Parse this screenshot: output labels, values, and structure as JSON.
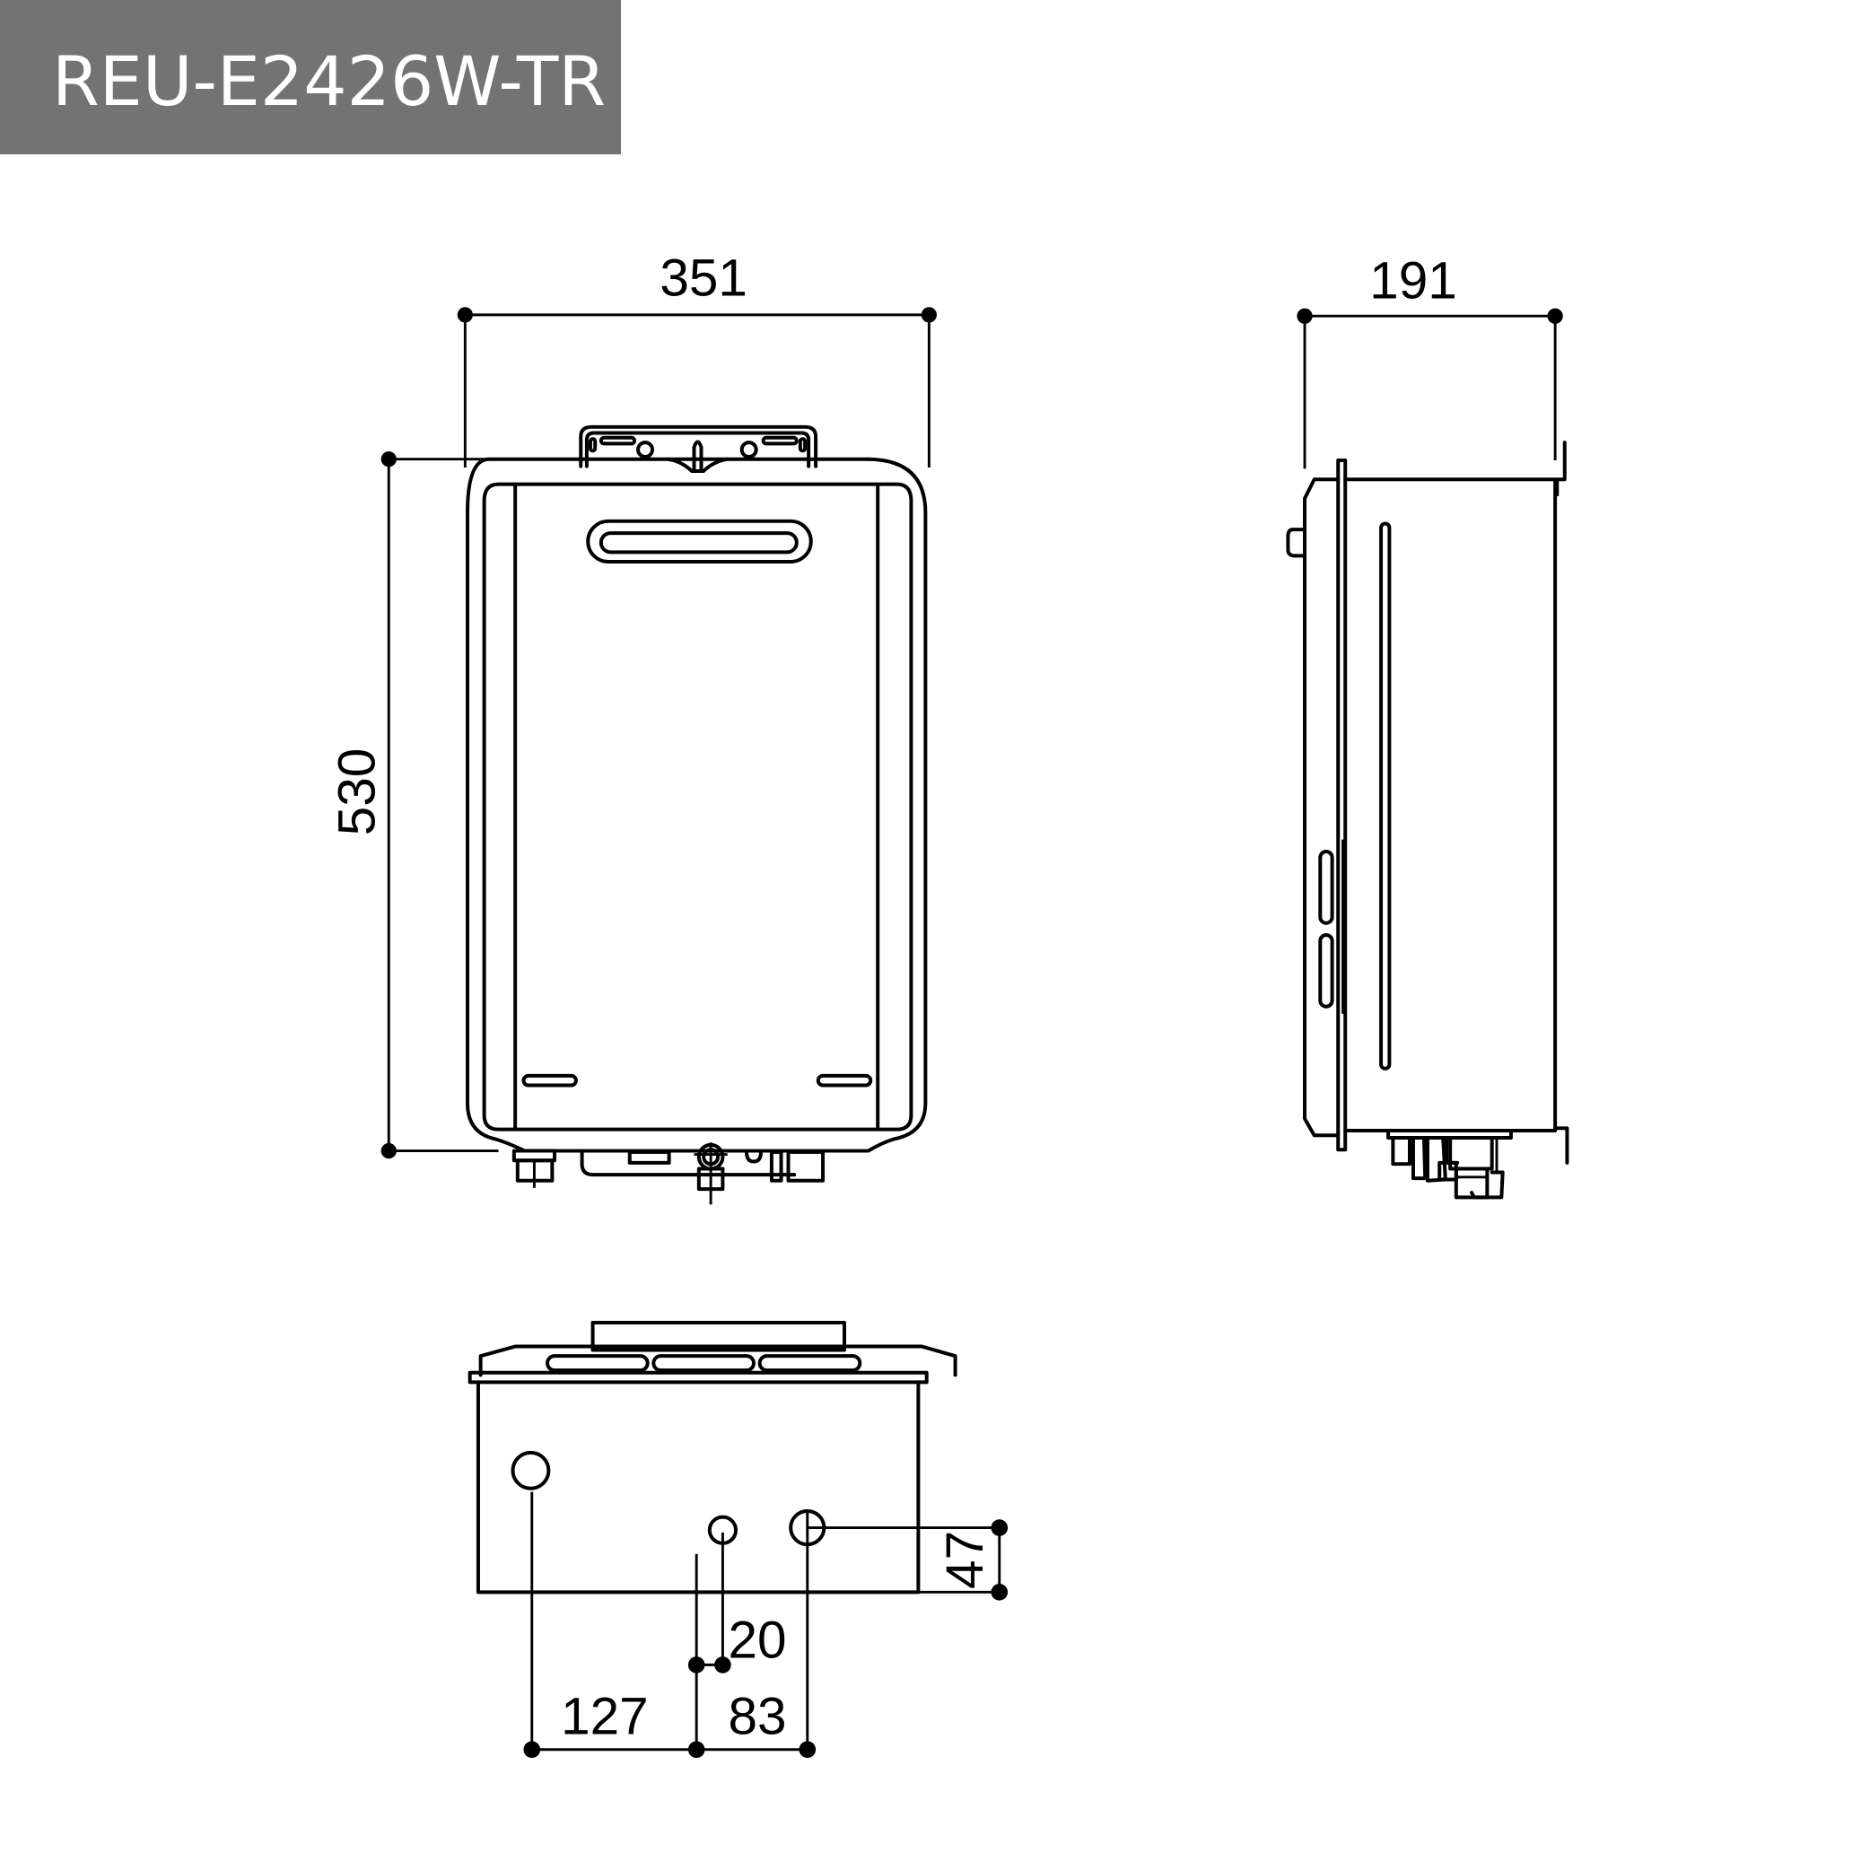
{
  "header": {
    "model": "REU-E2426W-TR",
    "background_color": "#737373",
    "text_color": "#ffffff"
  },
  "views": {
    "front": {
      "width_label": "351",
      "height_label": "530"
    },
    "side": {
      "depth_label": "191"
    },
    "bottom": {
      "offset_a_label": "127",
      "offset_b_label": "83",
      "offset_c_label": "20",
      "depth_from_front_label": "47"
    }
  },
  "units_note": "",
  "line_color": "#000000"
}
